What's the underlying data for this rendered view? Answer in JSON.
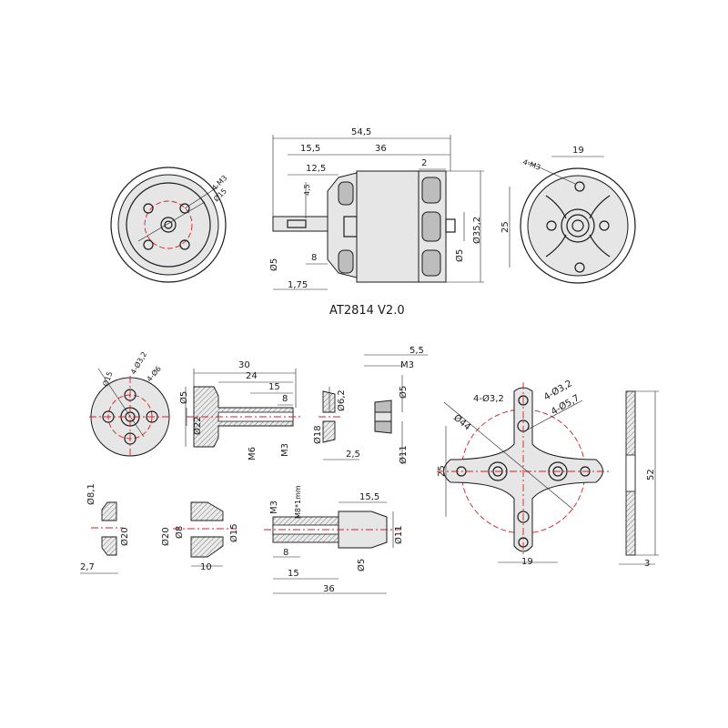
{
  "model": "AT2814 V2.0",
  "motor_front": {
    "label_holes": "4-M3",
    "label_pcd": "Ø15"
  },
  "motor_side": {
    "overall": "54,5",
    "shaft_len": "15,5",
    "body_len": "36",
    "step": "12,5",
    "gap": "2",
    "shaft_d": "Ø5",
    "flat": "4,5",
    "key_len": "8",
    "shaft_d2": "Ø5",
    "body_d": "Ø35,2",
    "tip": "1,75"
  },
  "motor_rear": {
    "label_holes": "4-M3",
    "width": "19",
    "height": "25"
  },
  "prop_hub": {
    "pcd": "Ø15",
    "holes1": "4-Ø3,2",
    "holes2": "4-Ø6"
  },
  "prop_adapter": {
    "length": "30",
    "len2": "24",
    "len3": "15",
    "len4": "8",
    "d1": "Ø5",
    "d2": "Ø22",
    "thread1": "M6",
    "thread2": "M3"
  },
  "washer1": {
    "d_in": "Ø6,2",
    "d_out": "Ø18",
    "thick": "2,5"
  },
  "nut_cap": {
    "len": "5,5",
    "thread": "M3",
    "d_in": "Ø5",
    "d_out": "Ø11"
  },
  "cross_mount": {
    "holes1": "4-Ø3,2",
    "holes2": "4-Ø3,2",
    "holes3": "4-Ø5,7",
    "pcd": "Ø44",
    "height": "25",
    "width": "19"
  },
  "cross_side": {
    "height": "52",
    "thick": "3"
  },
  "washer2": {
    "d_in": "Ø8,1",
    "d_out": "Ø20",
    "thick": "2,7"
  },
  "collet": {
    "d_out": "Ø20",
    "d_in": "Ø8",
    "d_small": "Ø15",
    "len": "10"
  },
  "extension": {
    "thread1": "M3",
    "thread2": "M8*1mm",
    "len1": "15,5",
    "d1": "Ø11",
    "d2": "Ø5",
    "len2": "8",
    "len3": "15",
    "len4": "36"
  }
}
